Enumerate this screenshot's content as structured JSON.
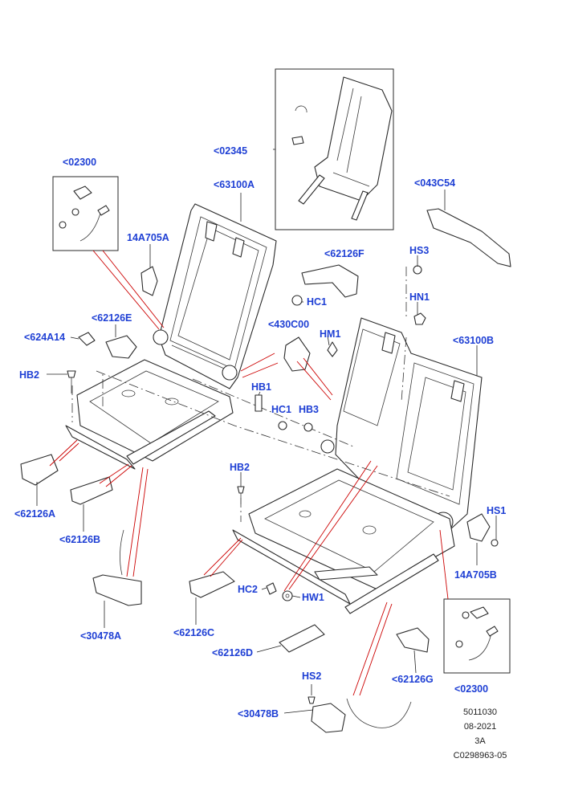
{
  "colors": {
    "label": "#1e3fd4",
    "callout": "#cc0000",
    "line": "#2a2a2a"
  },
  "labels": {
    "p02345": "<02345",
    "p02300_top": "<02300",
    "p63100a": "<63100A",
    "p043c54": "<043C54",
    "p14a705a": "14A705A",
    "p62126f": "<62126F",
    "hs3": "HS3",
    "hc1_top": "HC1",
    "hn1": "HN1",
    "p62126e": "<62126E",
    "p430c00": "<430C00",
    "hm1": "HM1",
    "p624a14": "<624A14",
    "p63100b": "<63100B",
    "hb2_left": "HB2",
    "hb1": "HB1",
    "hc1_mid": "HC1",
    "hb3": "HB3",
    "hb2_mid": "HB2",
    "hs1": "HS1",
    "p62126a": "<62126A",
    "p62126b": "<62126B",
    "p14a705b": "14A705B",
    "hc2": "HC2",
    "hw1": "HW1",
    "p30478a": "<30478A",
    "p62126c": "<62126C",
    "p62126d": "<62126D",
    "p62126g": "<62126G",
    "p02300_bottom": "<02300",
    "hs2": "HS2",
    "p30478b": "<30478B"
  },
  "footer": {
    "line1": "5011030",
    "line2": "08-2021",
    "line3": "3A",
    "line4": "C0298963-05"
  }
}
